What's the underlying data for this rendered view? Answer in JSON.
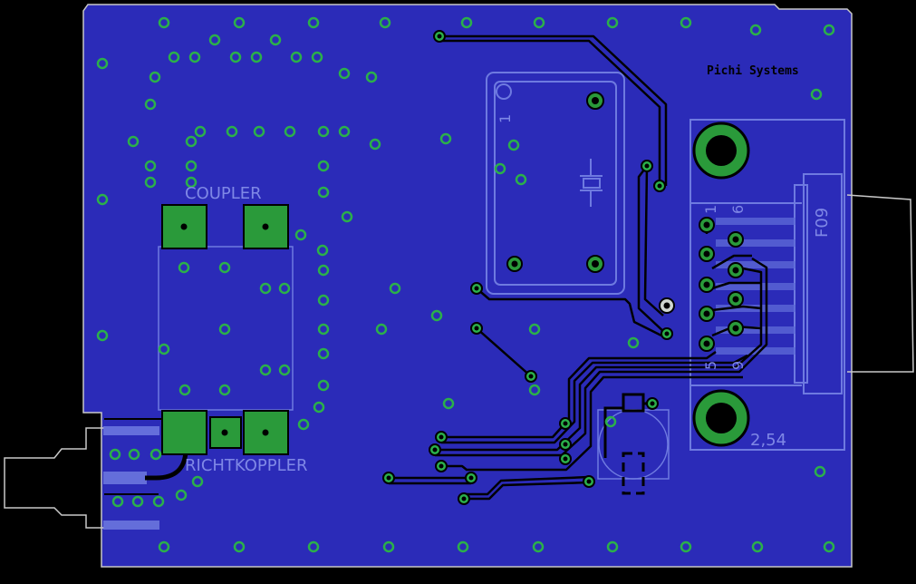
{
  "brand_label": "Pichi Systems",
  "labels": {
    "coupler": "COUPLER",
    "richtkoppler": "RICHTKOPPLER",
    "connector_name": "F09",
    "pitch": "2,54",
    "pin1": "1",
    "pin6": "6",
    "pin5": "5",
    "pin9": "9",
    "crystal_pin1": "1"
  },
  "colors": {
    "background": "#000000",
    "board": "#2b2bb8",
    "copper_trace": "#000000",
    "pad": "#2a9a3a",
    "via": "#2bb04a",
    "silkscreen": "#7f88e6",
    "outline": "#c8c8c8"
  }
}
